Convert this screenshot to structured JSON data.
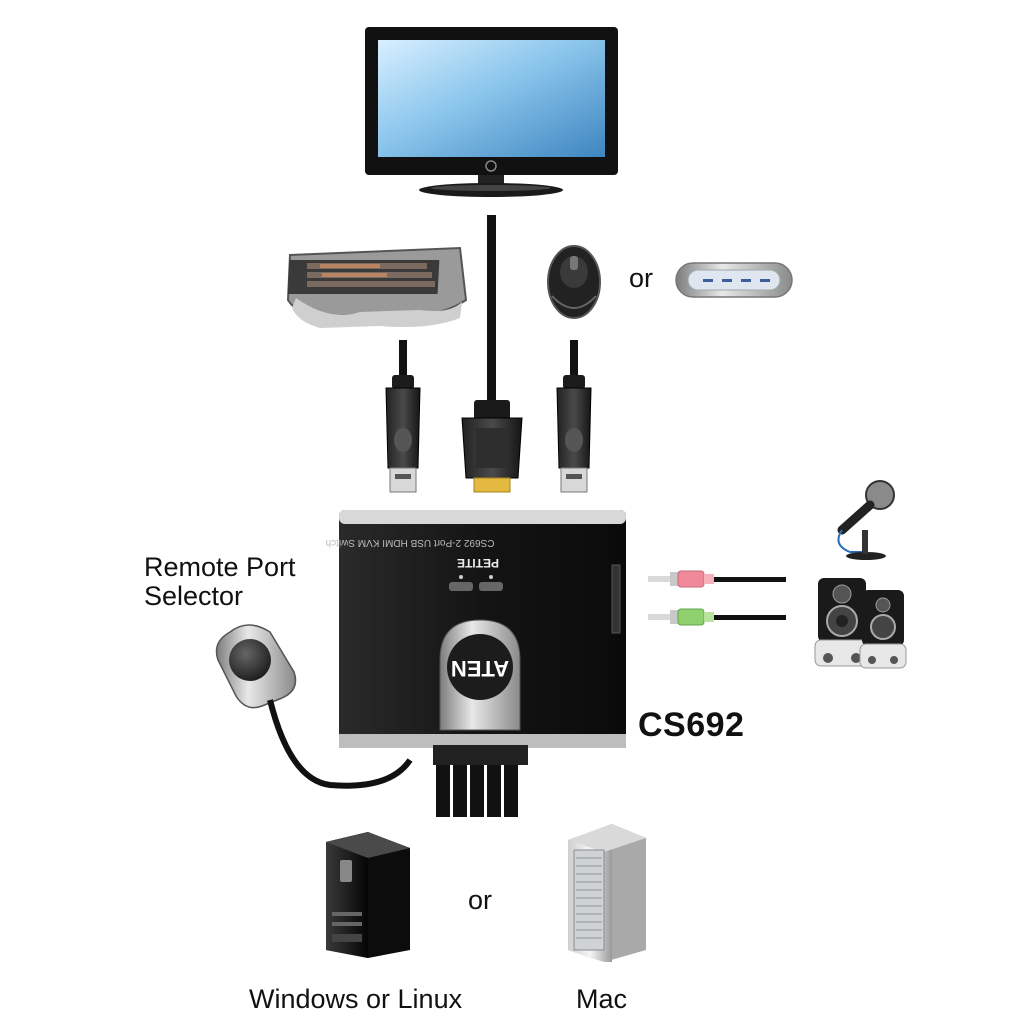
{
  "labels": {
    "remote_port_line1": "Remote Port",
    "remote_port_line2": "Selector",
    "or_top": "or",
    "or_bottom": "or",
    "model": "CS692",
    "windows_linux": "Windows or Linux",
    "mac": "Mac"
  },
  "device": {
    "brand_text": "ATEN",
    "series_text": "PETITE",
    "product_line": "CS692 2-Port USB HDMI KVM Switch"
  },
  "colors": {
    "device_body": "#1a1a1a",
    "screen": "#7fbde6",
    "audio_pink": "#f08a9a",
    "audio_green": "#8fd06f",
    "hdmi_gold": "#e4b940"
  }
}
